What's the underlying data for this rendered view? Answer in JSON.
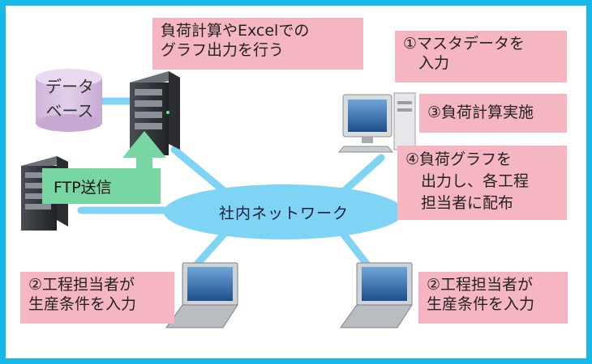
{
  "colors": {
    "frame": "#17b7e8",
    "network": "#7fd3f5",
    "link": "#7fd3f5",
    "note": "#f6b6c1",
    "database": "#d7bfe0",
    "ftp_arrow": "#78d6a2"
  },
  "network": {
    "label": "社内ネットワーク"
  },
  "database": {
    "label": "データ\nベース"
  },
  "ftp": {
    "label": "FTP送信"
  },
  "notes": {
    "server": "負荷計算やExcelでの\nグラフ出力を行う",
    "step1": "①マスタデータを\n　入力",
    "step3": "③負荷計算実施",
    "step4": "④負荷グラフを\n　出力し、各工程\n　担当者に配布",
    "step2_left": "②工程担当者が\n生産条件を入力",
    "step2_right": "②工程担当者が\n生産条件を入力"
  },
  "devices": [
    "server-icon",
    "server-icon",
    "desktop-pc-icon",
    "laptop-icon",
    "laptop-icon"
  ]
}
